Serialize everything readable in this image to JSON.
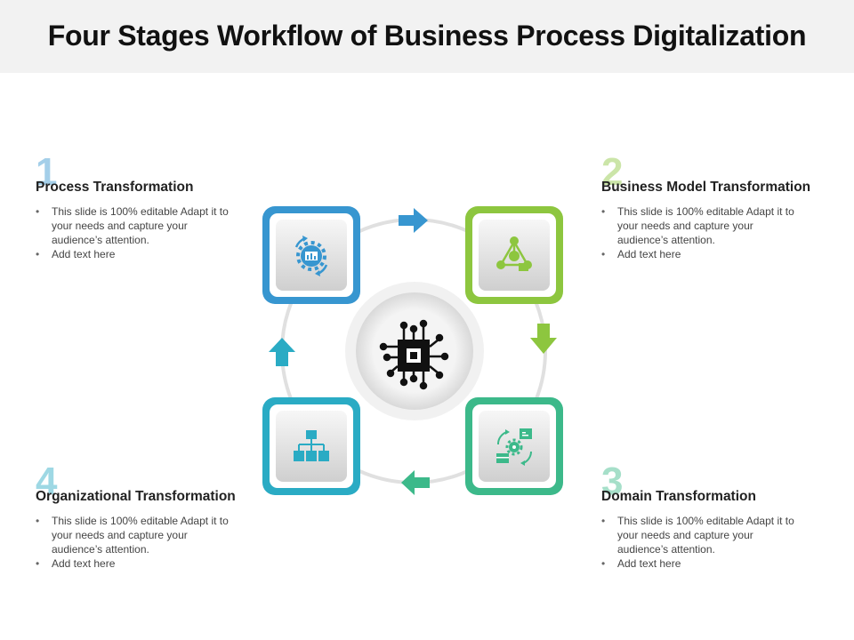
{
  "title": "Four Stages Workflow of Business Process Digitalization",
  "stages": [
    {
      "number": "1",
      "heading": "Process Transformation",
      "bullets": [
        "This slide is 100% editable Adapt it to your needs and capture your audience’s attention.",
        "Add text here"
      ],
      "color": "#3796d0",
      "icon": "gear-cycle-icon"
    },
    {
      "number": "2",
      "heading": "Business Model Transformation",
      "bullets": [
        "This slide is 100% editable Adapt it to your needs and capture your audience’s attention.",
        "Add text here"
      ],
      "color": "#8dc63f",
      "icon": "network-triangle-icon"
    },
    {
      "number": "3",
      "heading": "Domain Transformation",
      "bullets": [
        "This slide is 100% editable Adapt it to your needs and capture your audience’s attention.",
        "Add text here"
      ],
      "color": "#3cb98a",
      "icon": "data-exchange-icon"
    },
    {
      "number": "4",
      "heading": "Organizational Transformation",
      "bullets": [
        "This slide is 100% editable Adapt it to your needs and capture your audience’s attention.",
        "Add text here"
      ],
      "color": "#2aabc4",
      "icon": "org-chart-icon"
    }
  ],
  "center_icon": "microchip-icon",
  "arrow_colors": [
    "#3796d0",
    "#8dc63f",
    "#3cb98a",
    "#2aabc4"
  ]
}
